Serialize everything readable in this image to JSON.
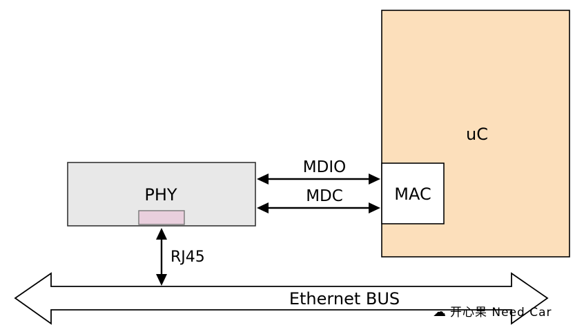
{
  "labels": {
    "uc": "uC",
    "mac": "MAC",
    "phy": "PHY",
    "mdio": "MDIO",
    "mdc": "MDC",
    "rj45": "RJ45",
    "bus": "Ethernet BUS"
  },
  "watermark": {
    "icon": "☁",
    "text": "开心果 Need Car"
  },
  "colors": {
    "uc_fill": "#fcdfbb",
    "mac_fill": "#ffffff",
    "phy_fill": "#e8e8e8",
    "connector_fill": "#e9cfdd",
    "bus_fill": "#ffffff",
    "line": "#000000",
    "watermark": "#b9b9b9"
  }
}
